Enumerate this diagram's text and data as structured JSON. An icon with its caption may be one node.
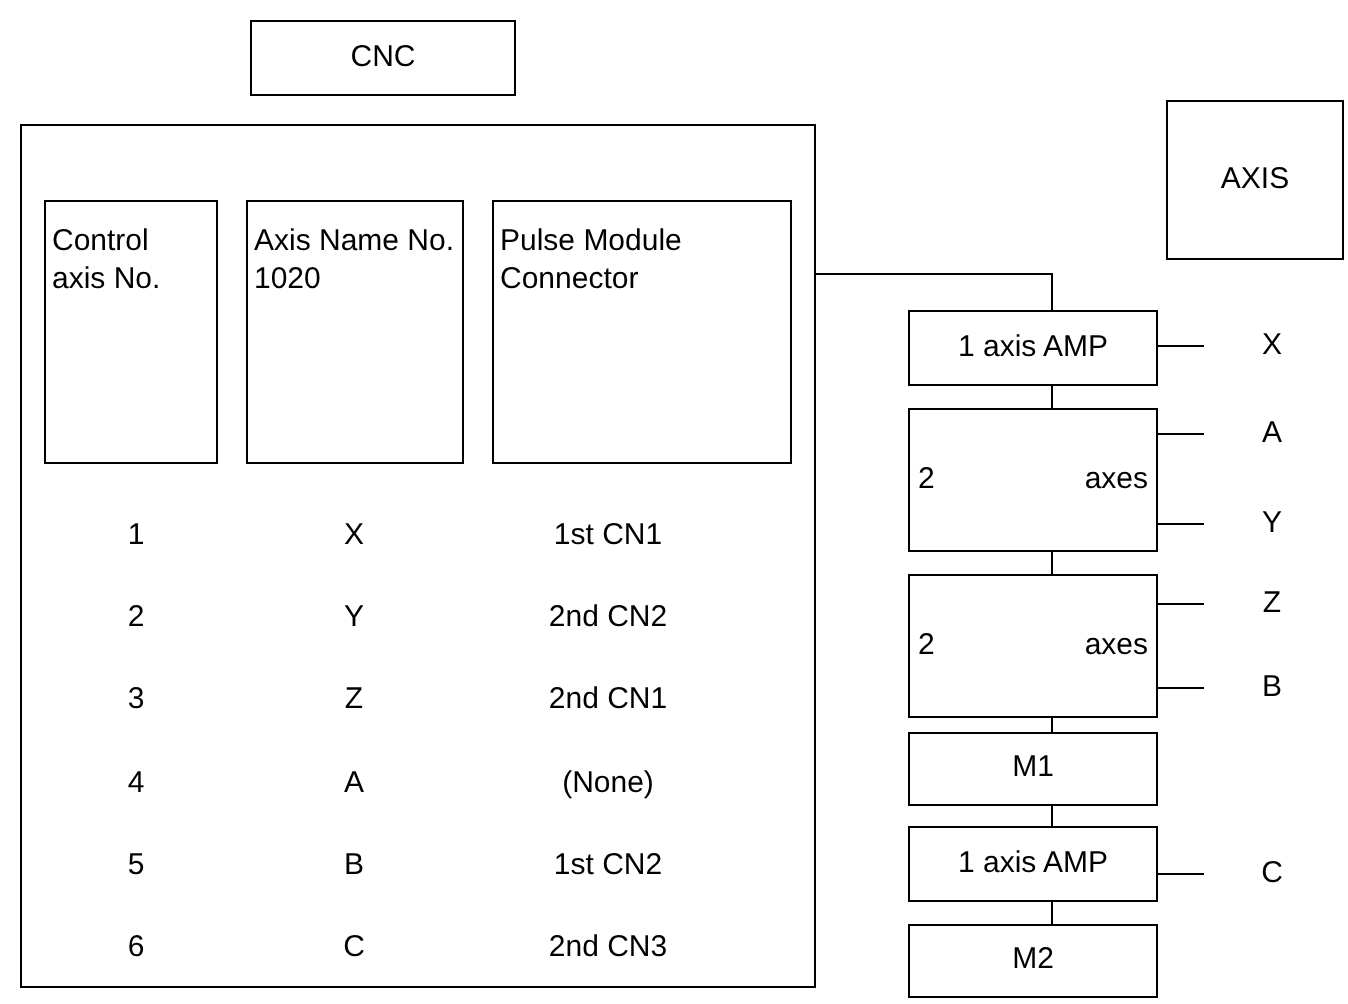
{
  "diagram": {
    "nodes": [
      {
        "text": [
          "CNC"
        ]
      },
      {
        "text": [],
        "shape": "box"
      },
      {
        "text": [
          "Control axis No."
        ],
        "in": 1
      },
      {
        "text": [
          "Axis Name No. 1020"
        ],
        "in": 1
      },
      {
        "text": [
          "Pulse Module Connector"
        ],
        "in": 1
      },
      {
        "text": [
          "AXIS"
        ]
      },
      {
        "text": [
          "1 axis AMP"
        ]
      },
      {
        "text": [
          "2",
          "axes"
        ]
      },
      {
        "text": [
          "2",
          "axes"
        ]
      },
      {
        "text": [
          "M1"
        ]
      },
      {
        "text": [
          "1 axis AMP"
        ]
      },
      {
        "text": [
          "M2"
        ]
      },
      {
        "text": [
          "X"
        ]
      },
      {
        "text": [
          "A"
        ]
      },
      {
        "text": [
          "Y"
        ]
      },
      {
        "text": [
          "Z"
        ]
      },
      {
        "text": [
          "B"
        ]
      },
      {
        "text": [
          "C"
        ]
      }
    ],
    "edges": [
      {
        "from": 1,
        "to": 6,
        "arrow": "none"
      },
      {
        "from": 6,
        "to": 7,
        "arrow": "none"
      },
      {
        "from": 7,
        "to": 8,
        "arrow": "none"
      },
      {
        "from": 8,
        "to": 9,
        "arrow": "none"
      },
      {
        "from": 9,
        "to": 10,
        "arrow": "none"
      },
      {
        "from": 10,
        "to": 11,
        "arrow": "none"
      },
      {
        "from": 6,
        "to": 12,
        "arrow": "none"
      },
      {
        "from": 7,
        "to": 13,
        "arrow": "none"
      },
      {
        "from": 7,
        "to": 14,
        "arrow": "none"
      },
      {
        "from": 8,
        "to": 15,
        "arrow": "none"
      },
      {
        "from": 8,
        "to": 16,
        "arrow": "none"
      },
      {
        "from": 10,
        "to": 17,
        "arrow": "none"
      }
    ],
    "labels": [
      "1",
      "X",
      "1st CN1",
      "2",
      "Y",
      "2nd CN2",
      "3",
      "Z",
      "2nd CN1",
      "4",
      "A",
      "(None)",
      "5",
      "B",
      "1st CN2",
      "6",
      "C",
      "2nd CN3"
    ]
  }
}
